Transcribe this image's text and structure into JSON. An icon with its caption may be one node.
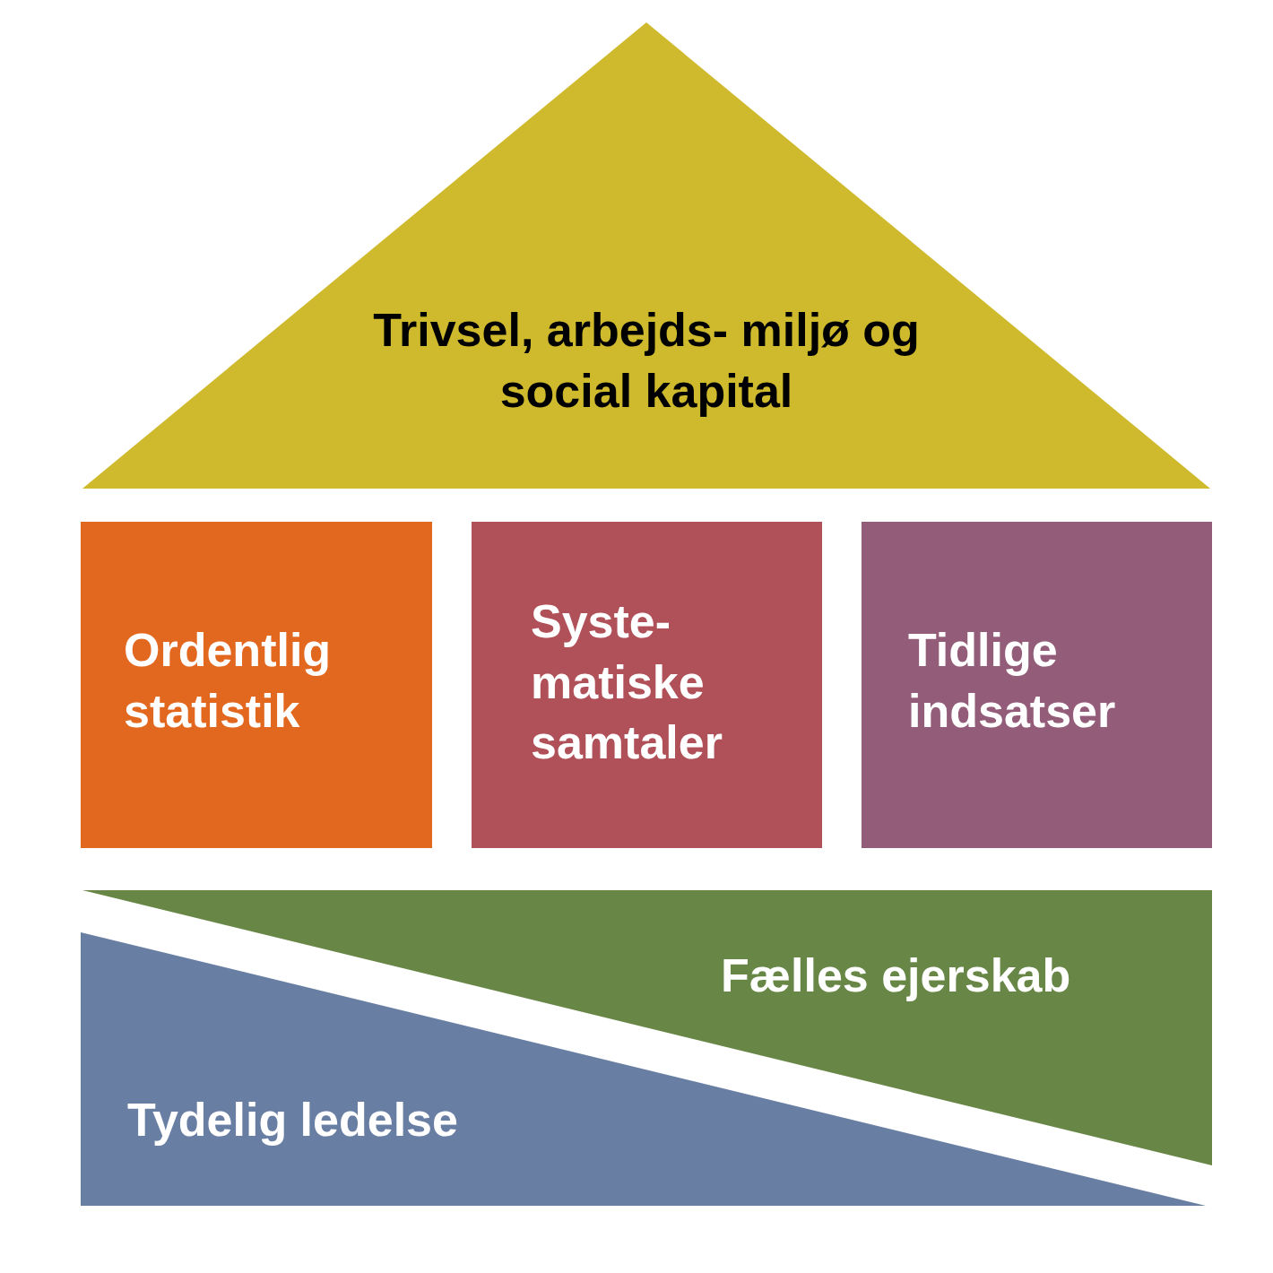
{
  "diagram": {
    "nodes": [
      {
        "text": [
          "Trivsel, arbejds- miljø og social kapital"
        ]
      },
      {
        "text": [
          "Ordentlig statistik"
        ]
      },
      {
        "text": [
          "Syste- matiske samtaler"
        ]
      },
      {
        "text": [
          "Tidlige indsatser"
        ]
      },
      {
        "text": [
          "Fælles ejerskab"
        ]
      },
      {
        "text": [
          "Tydelig ledelse"
        ]
      }
    ]
  }
}
